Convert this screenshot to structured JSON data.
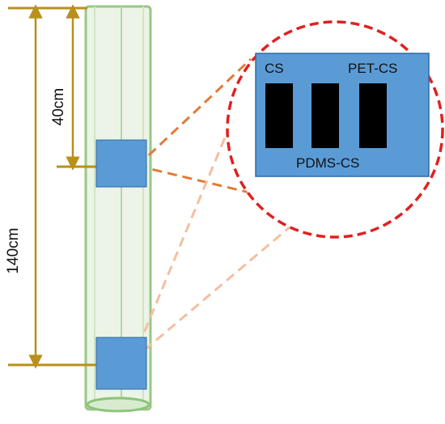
{
  "diagram": {
    "dimensions": {
      "upper_depth": "40cm",
      "lower_depth": "140cm"
    },
    "zoom_panel": {
      "label_left": "CS",
      "label_right": "PET-CS",
      "label_bottom": "PDMS-CS",
      "sample_count": 3
    },
    "colors": {
      "tube_outline": "#8cc47a",
      "tube_fill": "#e9f3e4",
      "sample_box": "#5b9bd5",
      "sample_box_border": "#2e6aa8",
      "sample_strip": "#000000",
      "dimension_line": "#b8901a",
      "zoom_circle": "#e02020",
      "connector_upper": "#e07b39",
      "connector_lower": "#f4bfa0"
    }
  }
}
